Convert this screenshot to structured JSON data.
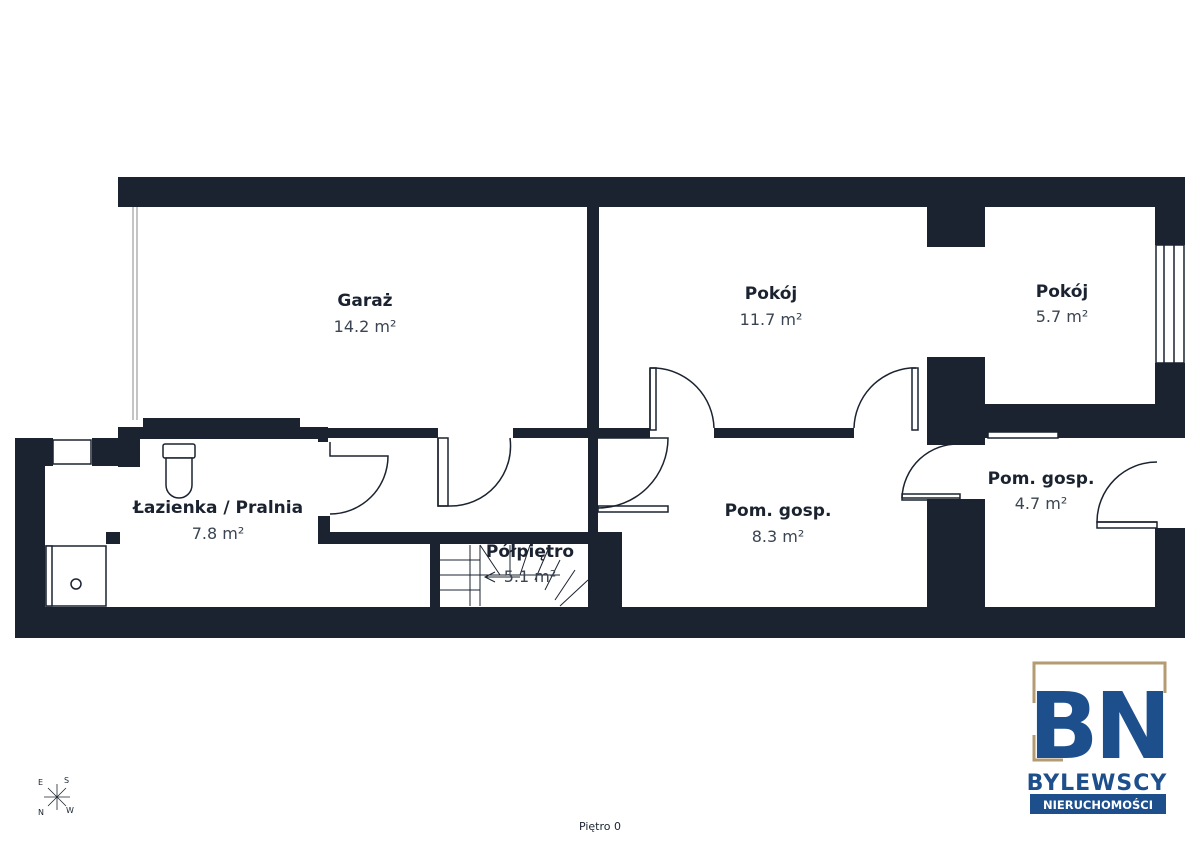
{
  "colors": {
    "wall": "#1b2330",
    "logo_blue": "#1d4f8c",
    "logo_gold": "#b39b73"
  },
  "rooms": [
    {
      "id": "garaz",
      "name": "Garaż",
      "area": "14.2 m²"
    },
    {
      "id": "pokoj-1",
      "name": "Pokój",
      "area": "11.7 m²"
    },
    {
      "id": "pokoj-2",
      "name": "Pokój",
      "area": "5.7 m²"
    },
    {
      "id": "lazienka",
      "name": "Łazienka / Pralnia",
      "area": "7.8 m²"
    },
    {
      "id": "polpietro",
      "name": "Półpiętro",
      "area": "5.1 m²"
    },
    {
      "id": "pom-gosp-1",
      "name": "Pom. gosp.",
      "area": "8.3 m²"
    },
    {
      "id": "pom-gosp-2",
      "name": "Pom. gosp.",
      "area": "4.7 m²"
    }
  ],
  "floor_label": "Piętro 0",
  "compass": {
    "e": "E",
    "s": "S",
    "n": "N",
    "w": "W"
  },
  "logo": {
    "monogram": "BN",
    "line1": "BYLEWSCY",
    "line2": "NIERUCHOMOŚCI"
  }
}
